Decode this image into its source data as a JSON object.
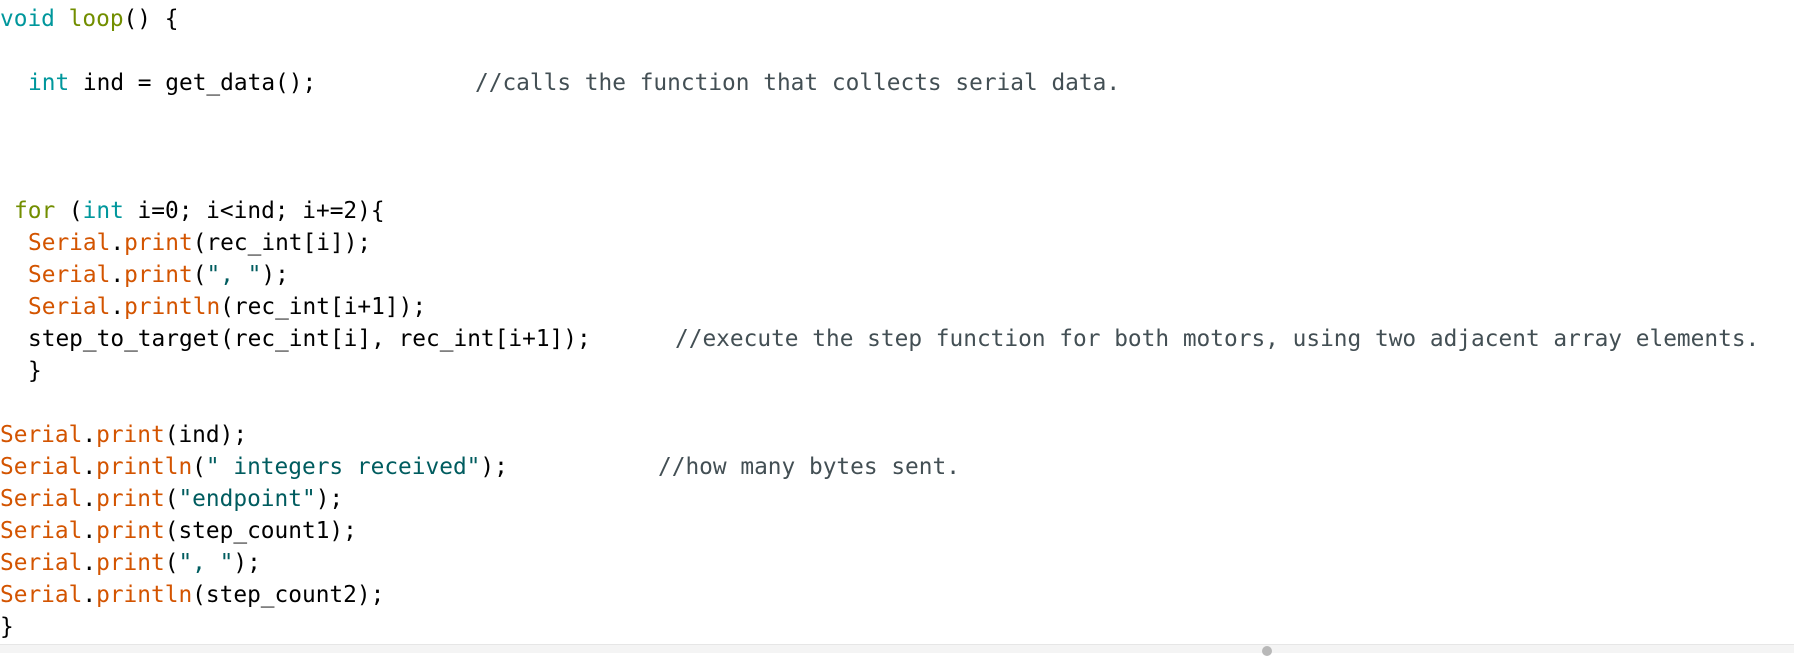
{
  "colors": {
    "type_keyword": "#00979c",
    "control_keyword": "#728e00",
    "serial_function": "#d35400",
    "string": "#005c5f",
    "comment": "#434f54",
    "text": "#000000"
  },
  "lines": [
    {
      "indent": 0,
      "tokens": [
        {
          "t": "void",
          "c": "kw-type"
        },
        {
          "t": " ",
          "c": "plain"
        },
        {
          "t": "loop",
          "c": "kw-ctrl"
        },
        {
          "t": "() {",
          "c": "plain"
        }
      ]
    },
    {
      "indent": 0,
      "tokens": []
    },
    {
      "indent": 2,
      "tokens": [
        {
          "t": "int",
          "c": "kw-type"
        },
        {
          "t": " ind = get_data();",
          "c": "plain"
        }
      ],
      "comment": "//calls the function that collects serial data.",
      "comment_col": "c1"
    },
    {
      "indent": 0,
      "tokens": []
    },
    {
      "indent": 0,
      "tokens": []
    },
    {
      "indent": 0,
      "tokens": []
    },
    {
      "indent": 1,
      "tokens": [
        {
          "t": "for",
          "c": "kw-ctrl"
        },
        {
          "t": " (",
          "c": "plain"
        },
        {
          "t": "int",
          "c": "kw-type"
        },
        {
          "t": " i=0; i<ind; i+=2){",
          "c": "plain"
        }
      ]
    },
    {
      "indent": 2,
      "tokens": [
        {
          "t": "Serial",
          "c": "fn"
        },
        {
          "t": ".",
          "c": "plain"
        },
        {
          "t": "print",
          "c": "fn"
        },
        {
          "t": "(rec_int[i]);",
          "c": "plain"
        }
      ]
    },
    {
      "indent": 2,
      "tokens": [
        {
          "t": "Serial",
          "c": "fn"
        },
        {
          "t": ".",
          "c": "plain"
        },
        {
          "t": "print",
          "c": "fn"
        },
        {
          "t": "(",
          "c": "plain"
        },
        {
          "t": "\", \"",
          "c": "str"
        },
        {
          "t": ");",
          "c": "plain"
        }
      ]
    },
    {
      "indent": 2,
      "tokens": [
        {
          "t": "Serial",
          "c": "fn"
        },
        {
          "t": ".",
          "c": "plain"
        },
        {
          "t": "println",
          "c": "fn"
        },
        {
          "t": "(rec_int[i+1]);",
          "c": "plain"
        }
      ]
    },
    {
      "indent": 2,
      "tokens": [
        {
          "t": "step_to_target(rec_int[i], rec_int[i+1]);",
          "c": "plain"
        }
      ],
      "comment": "//execute the step function for both motors, using two adjacent array elements.",
      "comment_col": "c2"
    },
    {
      "indent": 2,
      "tokens": [
        {
          "t": "}",
          "c": "plain"
        }
      ]
    },
    {
      "indent": 0,
      "tokens": []
    },
    {
      "indent": 0,
      "tokens": [
        {
          "t": "Serial",
          "c": "fn"
        },
        {
          "t": ".",
          "c": "plain"
        },
        {
          "t": "print",
          "c": "fn"
        },
        {
          "t": "(ind);",
          "c": "plain"
        }
      ]
    },
    {
      "indent": 0,
      "tokens": [
        {
          "t": "Serial",
          "c": "fn"
        },
        {
          "t": ".",
          "c": "plain"
        },
        {
          "t": "println",
          "c": "fn"
        },
        {
          "t": "(",
          "c": "plain"
        },
        {
          "t": "\" integers received\"",
          "c": "str"
        },
        {
          "t": ");",
          "c": "plain"
        }
      ],
      "comment": "//how many bytes sent.",
      "comment_col": "c3"
    },
    {
      "indent": 0,
      "tokens": [
        {
          "t": "Serial",
          "c": "fn"
        },
        {
          "t": ".",
          "c": "plain"
        },
        {
          "t": "print",
          "c": "fn"
        },
        {
          "t": "(",
          "c": "plain"
        },
        {
          "t": "\"endpoint\"",
          "c": "str"
        },
        {
          "t": ");",
          "c": "plain"
        }
      ]
    },
    {
      "indent": 0,
      "tokens": [
        {
          "t": "Serial",
          "c": "fn"
        },
        {
          "t": ".",
          "c": "plain"
        },
        {
          "t": "print",
          "c": "fn"
        },
        {
          "t": "(step_count1);",
          "c": "plain"
        }
      ]
    },
    {
      "indent": 0,
      "tokens": [
        {
          "t": "Serial",
          "c": "fn"
        },
        {
          "t": ".",
          "c": "plain"
        },
        {
          "t": "print",
          "c": "fn"
        },
        {
          "t": "(",
          "c": "plain"
        },
        {
          "t": "\", \"",
          "c": "str"
        },
        {
          "t": ");",
          "c": "plain"
        }
      ]
    },
    {
      "indent": 0,
      "tokens": [
        {
          "t": "Serial",
          "c": "fn"
        },
        {
          "t": ".",
          "c": "plain"
        },
        {
          "t": "println",
          "c": "fn"
        },
        {
          "t": "(step_count2);",
          "c": "plain"
        }
      ]
    },
    {
      "indent": 0,
      "tokens": [
        {
          "t": "}",
          "c": "plain"
        }
      ]
    }
  ]
}
